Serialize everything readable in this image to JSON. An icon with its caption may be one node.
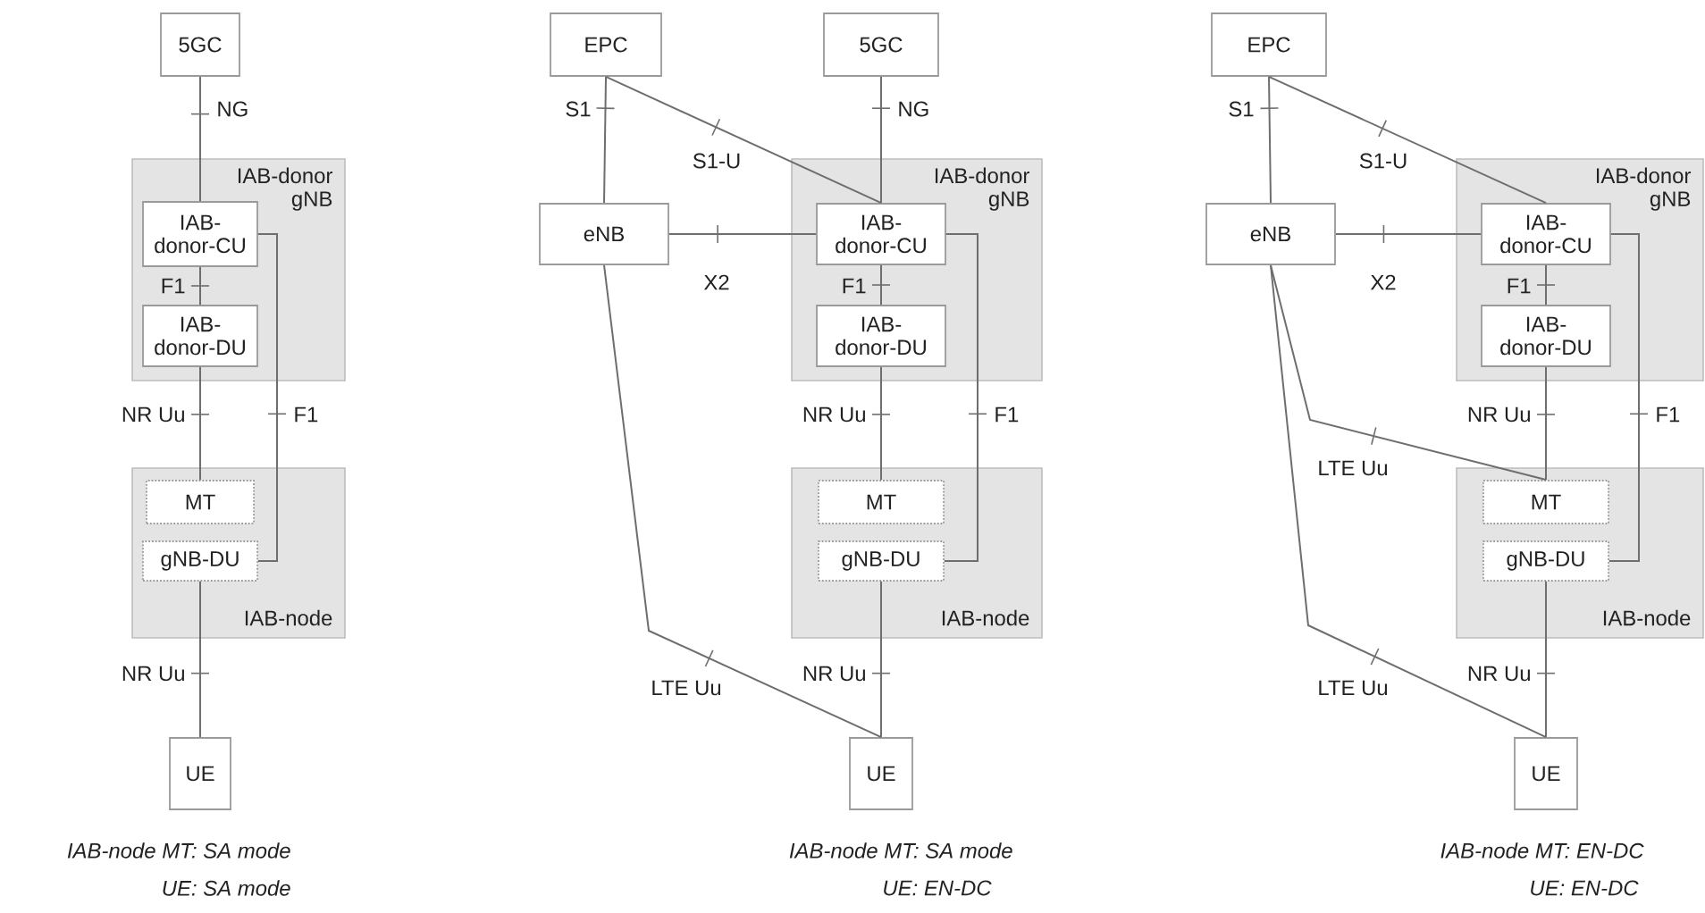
{
  "diagram": {
    "nodes": [
      {
        "text": [
          "5GC"
        ]
      },
      {
        "text": [
          "IAB-donor gNB"
        ]
      },
      {
        "text": [
          "IAB- donor-CU"
        ],
        "in": 1
      },
      {
        "text": [
          "IAB- donor-DU"
        ],
        "in": 1
      },
      {
        "text": [
          "IAB-node"
        ]
      },
      {
        "text": [
          "MT"
        ],
        "in": 4
      },
      {
        "text": [
          "gNB-DU"
        ],
        "in": 4
      },
      {
        "text": [
          "UE"
        ]
      },
      {
        "text": [
          "EPC"
        ]
      },
      {
        "text": [
          "5GC"
        ]
      },
      {
        "text": [
          "eNB"
        ]
      },
      {
        "text": [
          "IAB-donor gNB"
        ]
      },
      {
        "text": [
          "IAB- donor-CU"
        ],
        "in": 11
      },
      {
        "text": [
          "IAB- donor-DU"
        ],
        "in": 11
      },
      {
        "text": [
          "IAB-node"
        ]
      },
      {
        "text": [
          "MT"
        ],
        "in": 14
      },
      {
        "text": [
          "gNB-DU"
        ],
        "in": 14
      },
      {
        "text": [
          "UE"
        ]
      },
      {
        "text": [
          "EPC"
        ]
      },
      {
        "text": [
          "eNB"
        ]
      },
      {
        "text": [
          "IAB-donor gNB"
        ]
      },
      {
        "text": [
          "IAB- donor-CU"
        ],
        "in": 20
      },
      {
        "text": [
          "IAB- donor-DU"
        ],
        "in": 20
      },
      {
        "text": [
          "IAB-node"
        ]
      },
      {
        "text": [
          "MT"
        ],
        "in": 23
      },
      {
        "text": [
          "gNB-DU"
        ],
        "in": 23
      },
      {
        "text": [
          "UE"
        ]
      }
    ],
    "edges": [
      {
        "from": 0,
        "to": 2,
        "arrow": "none",
        "label": "NG"
      },
      {
        "from": 2,
        "to": 3,
        "arrow": "none",
        "label": "F1"
      },
      {
        "from": 3,
        "to": 5,
        "arrow": "none",
        "label": "NR Uu"
      },
      {
        "from": 2,
        "to": 6,
        "arrow": "none",
        "label": "F1"
      },
      {
        "from": 6,
        "to": 7,
        "arrow": "none",
        "label": "NR Uu"
      },
      {
        "from": 8,
        "to": 10,
        "arrow": "none",
        "label": "S1"
      },
      {
        "from": 8,
        "to": 12,
        "arrow": "none",
        "label": "S1-U"
      },
      {
        "from": 9,
        "to": 12,
        "arrow": "none",
        "label": "NG"
      },
      {
        "from": 10,
        "to": 12,
        "arrow": "none",
        "label": "X2"
      },
      {
        "from": 12,
        "to": 13,
        "arrow": "none",
        "label": "F1"
      },
      {
        "from": 13,
        "to": 15,
        "arrow": "none",
        "label": "NR Uu"
      },
      {
        "from": 12,
        "to": 16,
        "arrow": "none",
        "label": "F1"
      },
      {
        "from": 10,
        "to": 17,
        "arrow": "none",
        "label": "LTE Uu"
      },
      {
        "from": 16,
        "to": 17,
        "arrow": "none",
        "label": "NR Uu"
      },
      {
        "from": 18,
        "to": 19,
        "arrow": "none",
        "label": "S1"
      },
      {
        "from": 18,
        "to": 21,
        "arrow": "none",
        "label": "S1-U"
      },
      {
        "from": 19,
        "to": 21,
        "arrow": "none",
        "label": "X2"
      },
      {
        "from": 21,
        "to": 22,
        "arrow": "none",
        "label": "F1"
      },
      {
        "from": 22,
        "to": 24,
        "arrow": "none",
        "label": "NR Uu"
      },
      {
        "from": 21,
        "to": 25,
        "arrow": "none",
        "label": "F1"
      },
      {
        "from": 19,
        "to": 24,
        "arrow": "none",
        "label": "LTE Uu"
      },
      {
        "from": 19,
        "to": 26,
        "arrow": "none",
        "label": "LTE Uu"
      },
      {
        "from": 25,
        "to": 26,
        "arrow": "none",
        "label": "NR Uu"
      }
    ],
    "labels": [
      "IAB-node MT: SA mode",
      "UE: SA mode",
      "IAB-node MT: SA mode",
      "UE: EN-DC",
      "IAB-node MT: EN-DC",
      "UE: EN-DC"
    ]
  }
}
